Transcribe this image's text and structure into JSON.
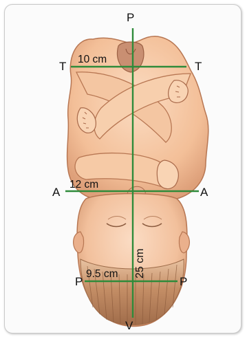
{
  "diagram": {
    "labels": {
      "top": "P",
      "bottom": "V",
      "left_upper": "T",
      "right_upper": "T",
      "left_middle": "A",
      "right_middle": "A",
      "left_lower": "P",
      "right_lower": "P"
    },
    "measurements": {
      "upper_width": "10 cm",
      "middle_width": "12 cm",
      "lower_width": "9.5 cm",
      "length": "25 cm"
    },
    "colors": {
      "line": "#2e8b3a",
      "skin": "#f6c7a1",
      "skin_shadow": "#d99a74",
      "hair": "#b9855f",
      "frame_border": "#c9c9c9"
    }
  }
}
